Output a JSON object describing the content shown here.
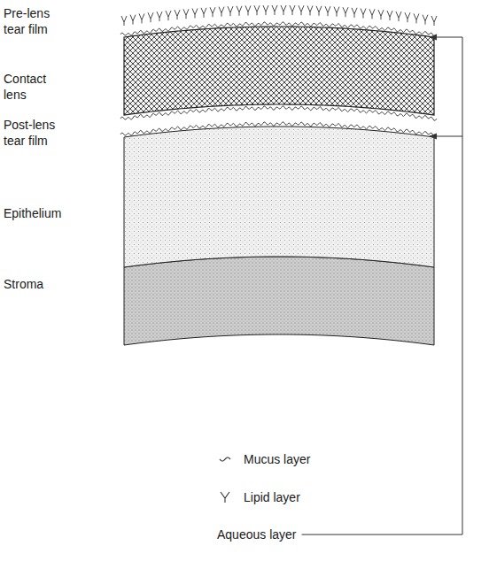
{
  "diagram": {
    "labels": [
      "Pre-lens tear film",
      "Contact lens",
      "Post-lens tear film",
      "Epithelium",
      "Stroma"
    ],
    "legend": [
      {
        "text": "Mucus layer"
      },
      {
        "text": "Lipid layer"
      },
      {
        "text": "Aqueous layer"
      }
    ]
  }
}
